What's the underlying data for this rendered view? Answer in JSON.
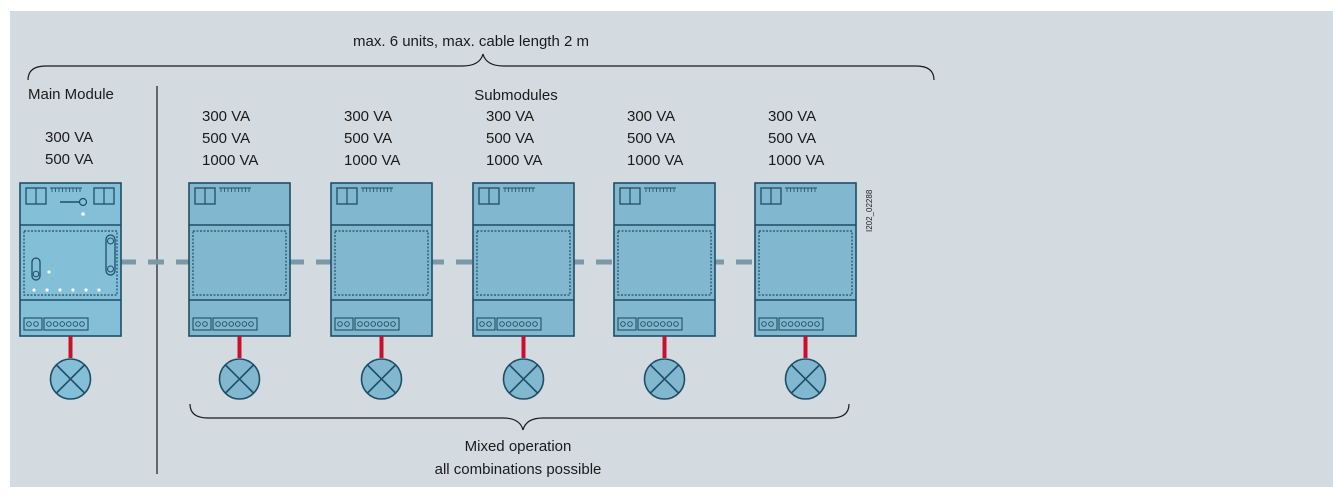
{
  "top_label": "max. 6 units, max. cable length 2 m",
  "main_module_title": "Main Module",
  "submodules_title": "Submodules",
  "main_ratings": [
    "300 VA",
    "500 VA"
  ],
  "sub_ratings": [
    "300 VA",
    "500 VA",
    "1000 VA"
  ],
  "bottom_label": [
    "Mixed operation",
    "all combinations possible"
  ],
  "figure_id": "I202_02288",
  "colors": {
    "background": "#d3dbe0",
    "module_fill": "#82b8cf",
    "module_dark": "#1f4e66",
    "main_module_fill": "#84bfd8",
    "cable_red": "#c8102e",
    "connection_dashed": "#7a98a8"
  }
}
